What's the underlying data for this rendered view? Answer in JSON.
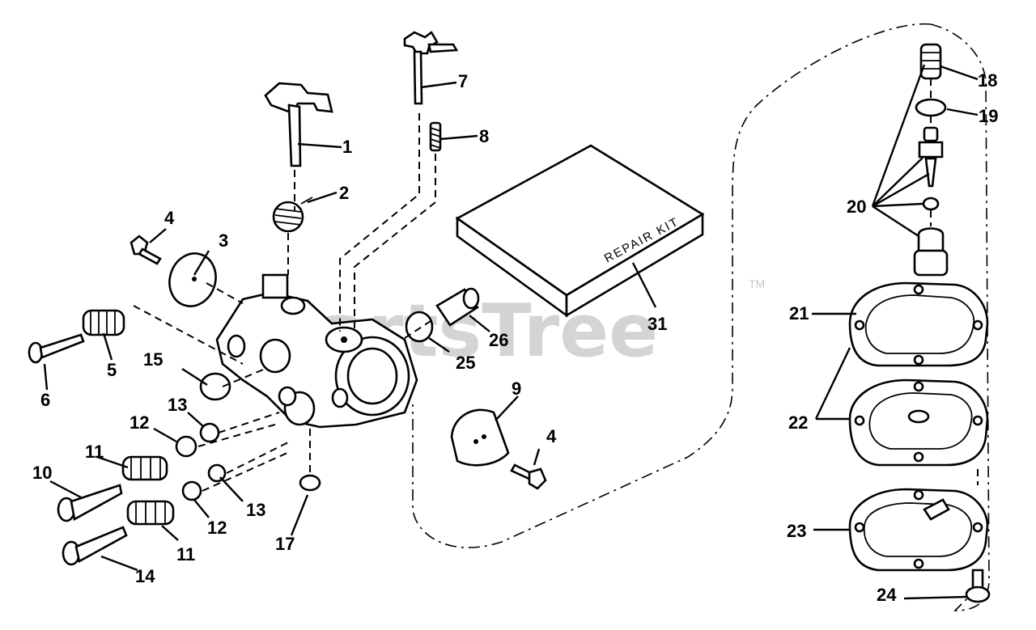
{
  "watermark": "PartsTree",
  "trademark": "TM",
  "repair_kit_label": "REPAIR KIT",
  "callouts": [
    "1",
    "2",
    "3",
    "4",
    "5",
    "6",
    "7",
    "8",
    "9",
    "10",
    "11",
    "12",
    "13",
    "14",
    "15",
    "17",
    "18",
    "19",
    "20",
    "21",
    "22",
    "23",
    "24",
    "25",
    "26",
    "31"
  ],
  "callout_extra": {
    "4b": "4",
    "11b": "11",
    "12b": "12",
    "13b": "13"
  }
}
